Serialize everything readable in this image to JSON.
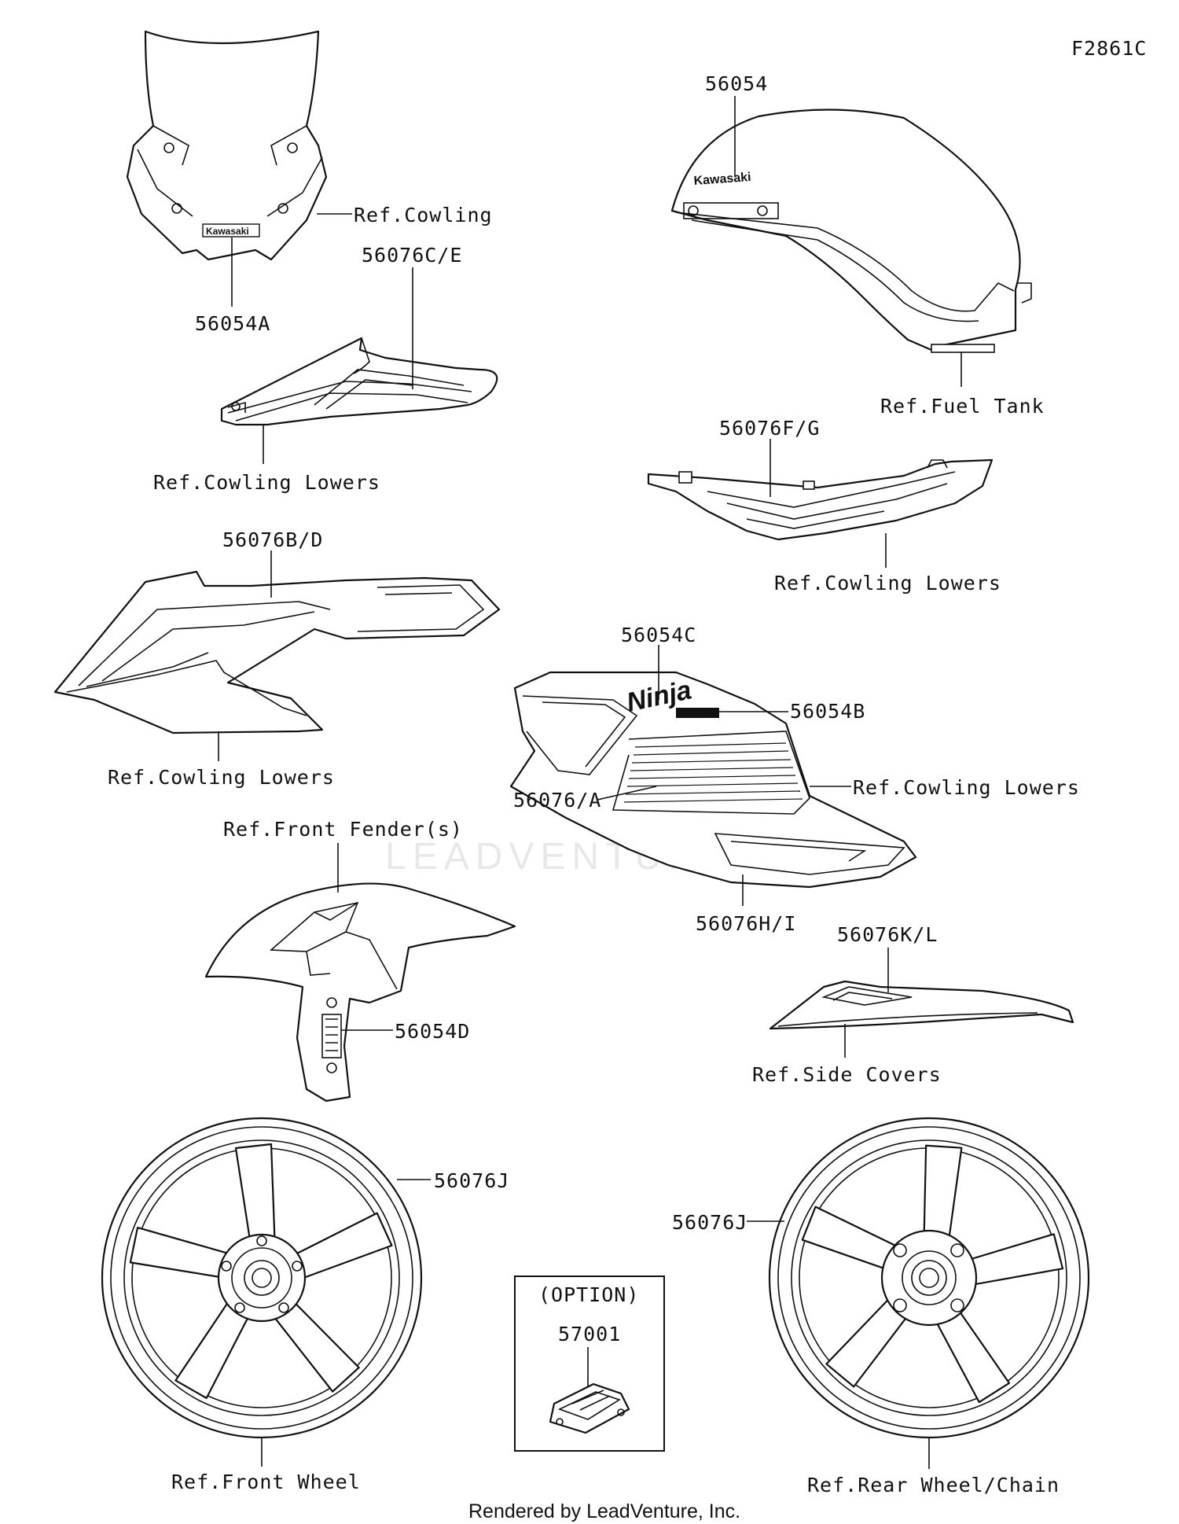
{
  "diagram_code": "F2861C",
  "watermark": "LEADVENTURE",
  "footer": "Rendered by LeadVenture, Inc.",
  "brand": "Kawasaki",
  "model_script": "Ninja",
  "labels": {
    "l56054A": "56054A",
    "refCowling": "Ref.Cowling",
    "l56054": "56054",
    "refFuelTank": "Ref.Fuel Tank",
    "l56076CE": "56076C/E",
    "refCowlingLowers1": "Ref.Cowling Lowers",
    "l56076FG": "56076F/G",
    "refCowlingLowers2": "Ref.Cowling Lowers",
    "l56076BD": "56076B/D",
    "refCowlingLowers3": "Ref.Cowling Lowers",
    "l56054C": "56054C",
    "l56054B": "56054B",
    "refCowlingLowers4": "Ref.Cowling Lowers",
    "l56076A": "56076/A",
    "l56076HI": "56076H/I",
    "refFrontFender": "Ref.Front Fender(s)",
    "l56054D": "56054D",
    "l56076KL": "56076K/L",
    "refSideCovers": "Ref.Side Covers",
    "l56076J1": "56076J",
    "l56076J2": "56076J",
    "option": "(OPTION)",
    "l57001": "57001",
    "refFrontWheel": "Ref.Front Wheel",
    "refRearWheel": "Ref.Rear Wheel/Chain"
  }
}
